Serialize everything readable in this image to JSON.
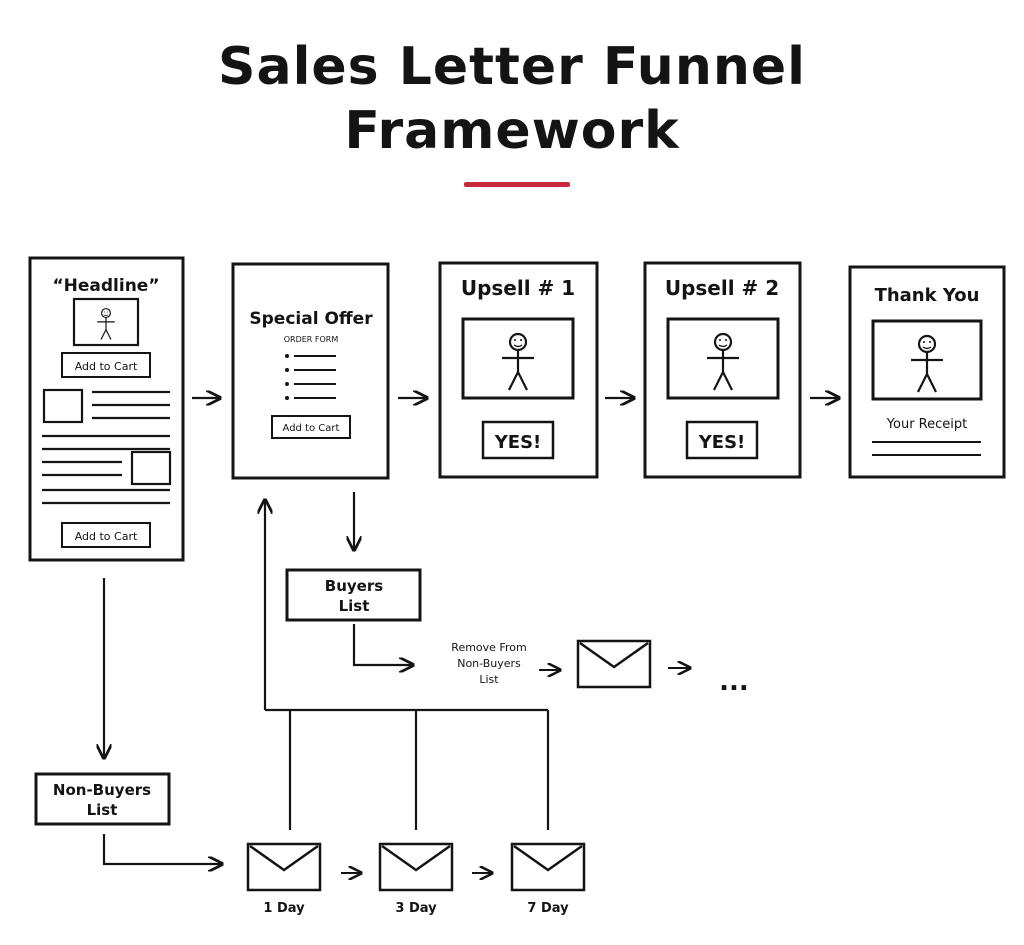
{
  "title": {
    "line1": "Sales Letter Funnel",
    "line2": "Framework"
  },
  "colors": {
    "ink": "#141414",
    "accent": "#c8283c",
    "background": "#ffffff"
  },
  "sales_page": {
    "headline": "“Headline”",
    "cart_top": "Add to Cart",
    "cart_bottom": "Add to Cart"
  },
  "order_page": {
    "title": "Special Offer",
    "subtitle": "ORDER FORM",
    "cart": "Add to Cart"
  },
  "upsell1": {
    "title": "Upsell # 1",
    "button": "YES!"
  },
  "upsell2": {
    "title": "Upsell # 2",
    "button": "YES!"
  },
  "thank_you": {
    "title": "Thank You",
    "receipt": "Your Receipt"
  },
  "buyers": {
    "line1": "Buyers",
    "line2": "List"
  },
  "non_buyers": {
    "line1": "Non-Buyers",
    "line2": "List"
  },
  "remove": {
    "line1": "Remove From",
    "line2": "Non-Buyers",
    "line3": "List"
  },
  "ellipsis": "...",
  "emails": [
    {
      "day": "1 Day"
    },
    {
      "day": "3 Day"
    },
    {
      "day": "7 Day"
    }
  ],
  "icons": {
    "person": "stick-figure-icon",
    "mail": "envelope-icon",
    "arrow": "arrow-right-icon"
  }
}
